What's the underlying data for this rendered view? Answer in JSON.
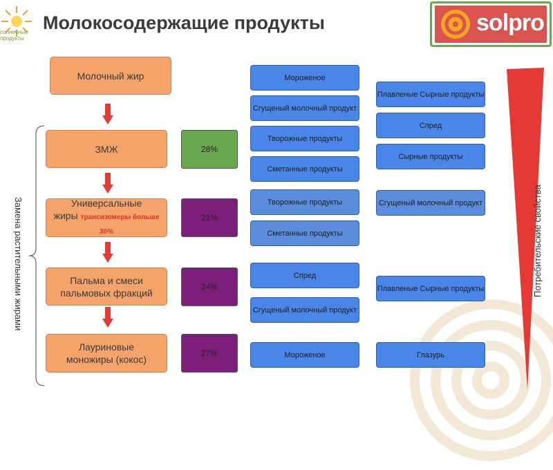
{
  "header": {
    "title": "Молокосодержащие продукты",
    "logo_left_text_line1": "солнечные",
    "logo_left_text_line2": "продукты",
    "logo_right_text": "solpro"
  },
  "left_column": {
    "top": "Молочный жир",
    "items": [
      {
        "label": "ЗМЖ"
      },
      {
        "label_line1": "Универсальные",
        "label_line2": "жиры",
        "note": "трансизомеры больше 30%"
      },
      {
        "label_line1": "Пальма и смеси",
        "label_line2": "пальмовых фракций"
      },
      {
        "label_line1": "Лауриновые",
        "label_line2": "моножиры (кокос)"
      }
    ]
  },
  "percentages": [
    "28%",
    "21%",
    "24%",
    "27%"
  ],
  "middle_column": [
    "Мороженое",
    "Сгущеный молочный продукт",
    "Творожные продукты",
    "Сметанные продукты",
    "Творожные продукты",
    "Сметанные продукты",
    "Спред",
    "Сгущеный молочный продукт",
    "Мороженое"
  ],
  "right_column": [
    "Плавленые Сырные продукты",
    "Спред",
    "Сырные продукты",
    "Сгущеный молочный продукт",
    "Плавленые Сырные продукты",
    "Глазурь"
  ],
  "side_labels": {
    "left": "Замена растительными жирами",
    "right": "Потребительские свойства"
  },
  "colors": {
    "orange": "#f4a36b",
    "green": "#6aa84f",
    "purple": "#7b1f7b",
    "blue": "#4a86e8",
    "red": "#e53935"
  }
}
